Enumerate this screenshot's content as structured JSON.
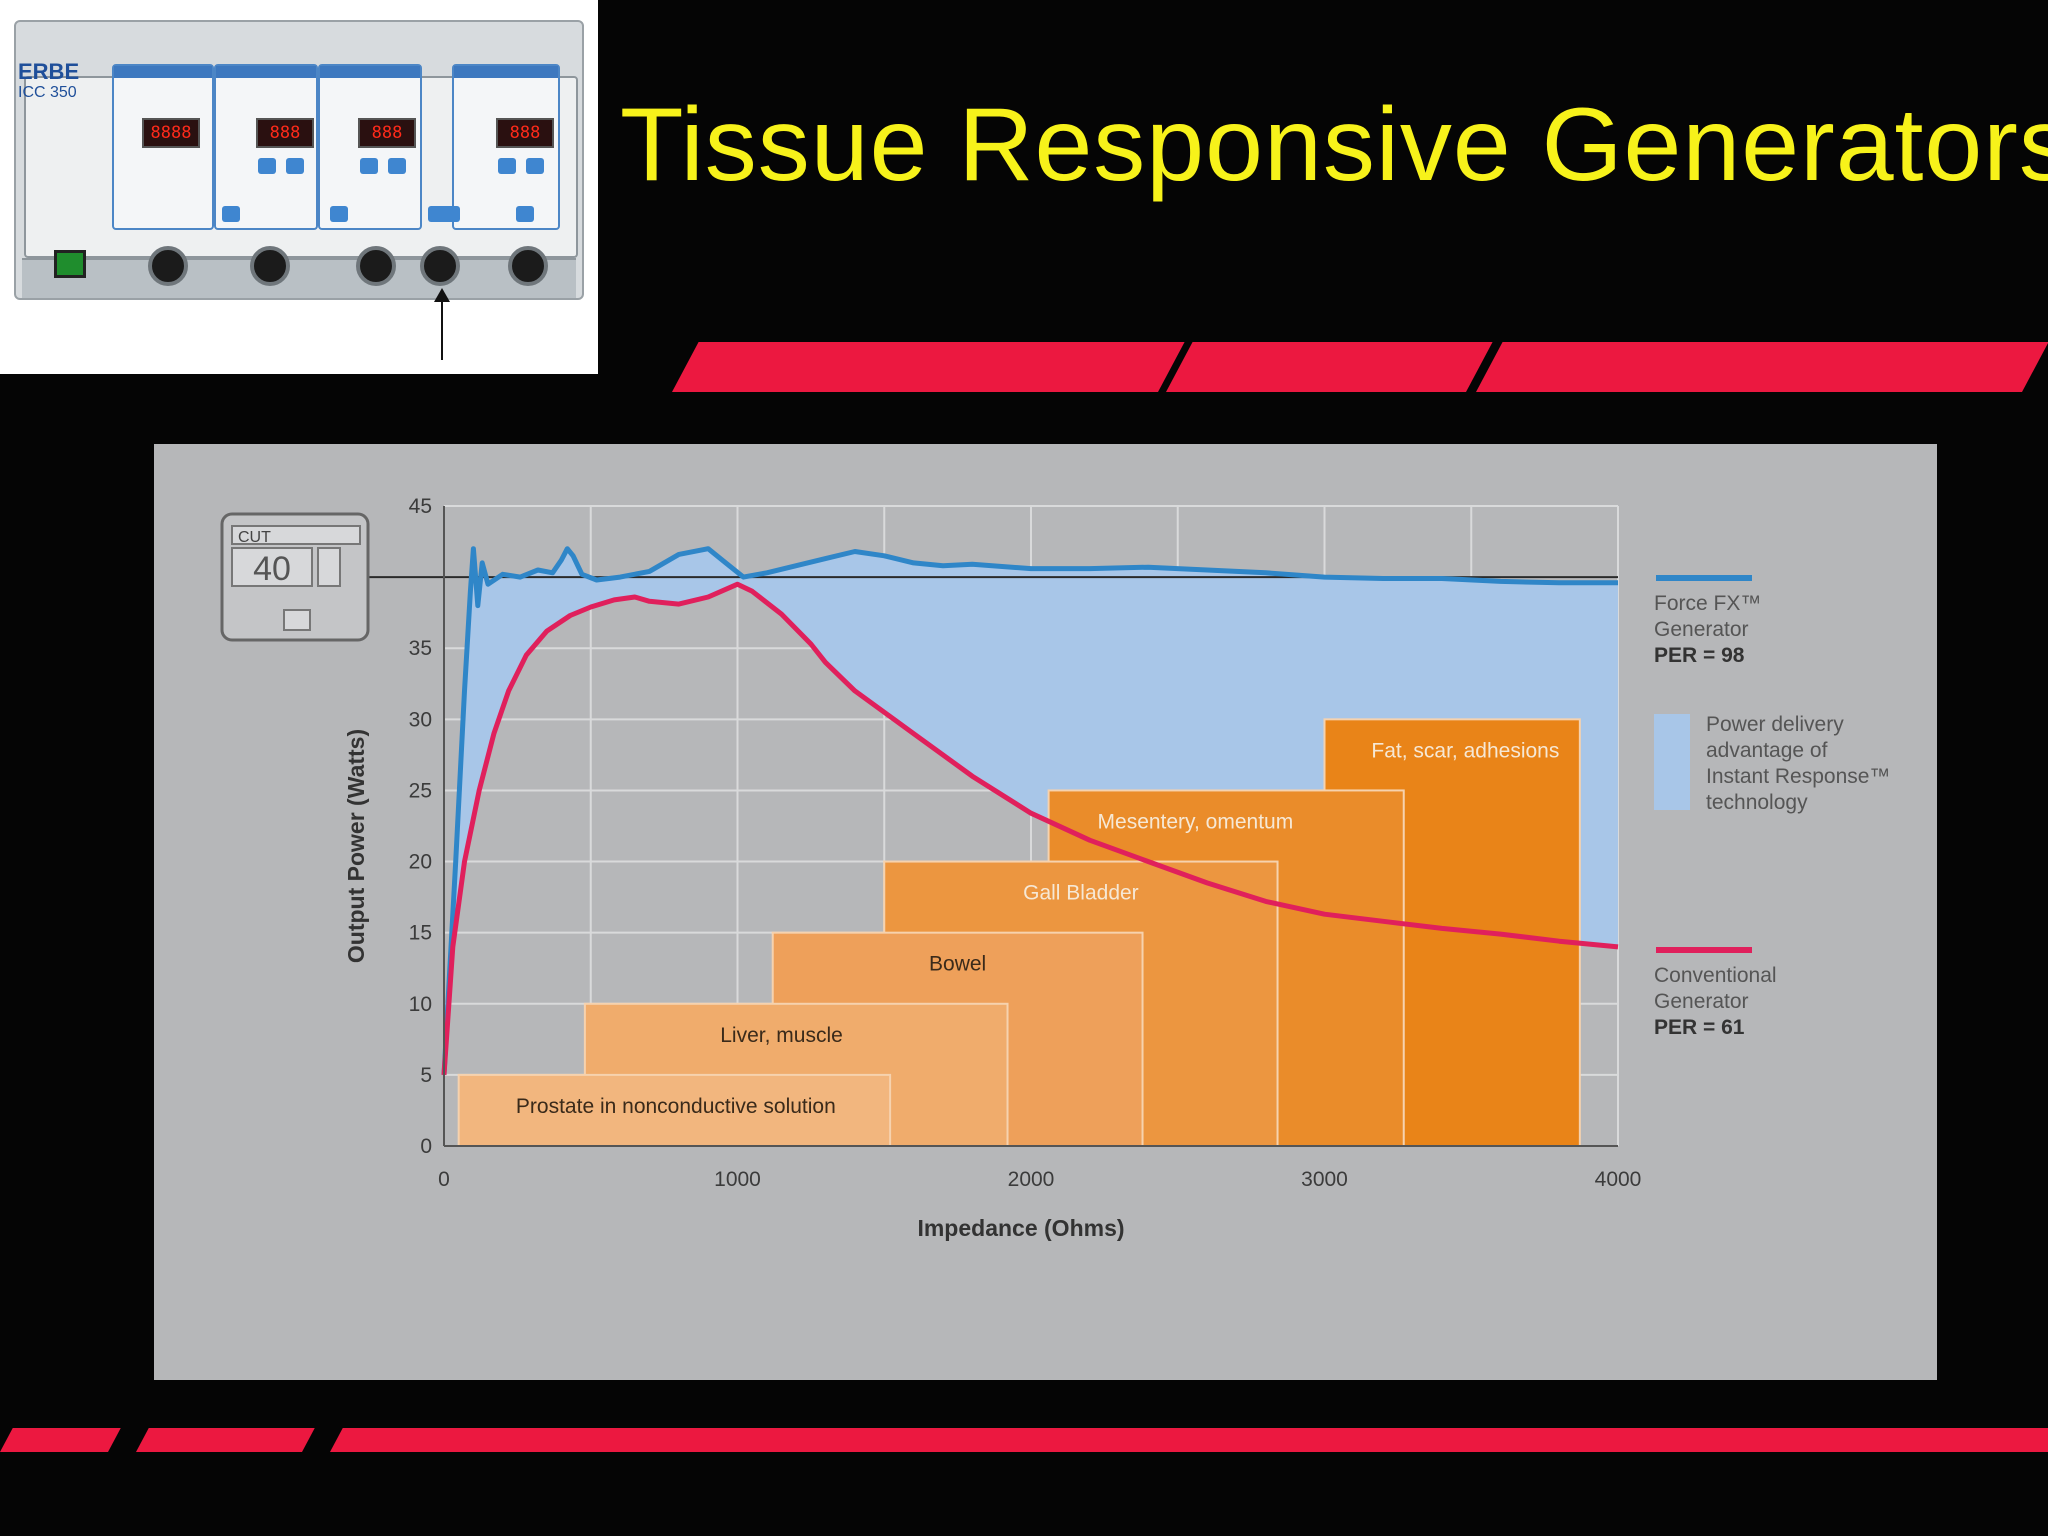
{
  "slide": {
    "title": "Tissue Responsive Generators"
  },
  "device": {
    "brand": "ERBE",
    "model": "ICC 350",
    "displays": [
      "8888",
      "888",
      "888",
      "888"
    ]
  },
  "chart_data": {
    "type": "line",
    "xlabel": "Impedance (Ohms)",
    "ylabel": "Output Power (Watts)",
    "xlim": [
      0,
      4000
    ],
    "ylim": [
      0,
      45
    ],
    "xticks": [
      0,
      1000,
      2000,
      3000,
      4000
    ],
    "yticks": [
      0,
      5,
      10,
      15,
      20,
      25,
      30,
      35,
      45
    ],
    "grid": true,
    "setpoint": 40,
    "series": [
      {
        "key": "force_fx",
        "name_lines": [
          "Force FX™",
          "Generator"
        ],
        "per_label": "PER = 98",
        "color": "#2f86c8",
        "points": [
          [
            0,
            5
          ],
          [
            40,
            20
          ],
          [
            70,
            32
          ],
          [
            90,
            39
          ],
          [
            100,
            42
          ],
          [
            115,
            38
          ],
          [
            130,
            41
          ],
          [
            150,
            39.5
          ],
          [
            200,
            40.2
          ],
          [
            260,
            40
          ],
          [
            320,
            40.5
          ],
          [
            370,
            40.3
          ],
          [
            400,
            41.2
          ],
          [
            420,
            42
          ],
          [
            440,
            41.5
          ],
          [
            470,
            40.2
          ],
          [
            520,
            39.8
          ],
          [
            600,
            40
          ],
          [
            700,
            40.4
          ],
          [
            800,
            41.6
          ],
          [
            900,
            42
          ],
          [
            960,
            41
          ],
          [
            1020,
            40
          ],
          [
            1100,
            40.3
          ],
          [
            1200,
            40.8
          ],
          [
            1300,
            41.3
          ],
          [
            1400,
            41.8
          ],
          [
            1500,
            41.5
          ],
          [
            1600,
            41
          ],
          [
            1700,
            40.8
          ],
          [
            1800,
            40.9
          ],
          [
            2000,
            40.6
          ],
          [
            2200,
            40.6
          ],
          [
            2400,
            40.7
          ],
          [
            2600,
            40.5
          ],
          [
            2800,
            40.3
          ],
          [
            3000,
            40
          ],
          [
            3200,
            39.9
          ],
          [
            3400,
            39.9
          ],
          [
            3600,
            39.7
          ],
          [
            3800,
            39.6
          ],
          [
            4000,
            39.6
          ]
        ]
      },
      {
        "key": "conventional",
        "name_lines": [
          "Conventional",
          "Generator"
        ],
        "per_label": "PER = 61",
        "color": "#e0205c",
        "points": [
          [
            0,
            5
          ],
          [
            30,
            14
          ],
          [
            70,
            20
          ],
          [
            120,
            25
          ],
          [
            170,
            29
          ],
          [
            220,
            32
          ],
          [
            280,
            34.5
          ],
          [
            350,
            36.2
          ],
          [
            430,
            37.3
          ],
          [
            500,
            37.9
          ],
          [
            580,
            38.4
          ],
          [
            650,
            38.6
          ],
          [
            700,
            38.3
          ],
          [
            800,
            38.1
          ],
          [
            900,
            38.6
          ],
          [
            1000,
            39.5
          ],
          [
            1050,
            39
          ],
          [
            1150,
            37.4
          ],
          [
            1250,
            35.3
          ],
          [
            1300,
            34
          ],
          [
            1400,
            32
          ],
          [
            1600,
            29
          ],
          [
            1800,
            26
          ],
          [
            2000,
            23.4
          ],
          [
            2200,
            21.5
          ],
          [
            2400,
            20
          ],
          [
            2600,
            18.5
          ],
          [
            2800,
            17.2
          ],
          [
            3000,
            16.3
          ],
          [
            3200,
            15.8
          ],
          [
            3400,
            15.3
          ],
          [
            3600,
            14.9
          ],
          [
            3800,
            14.4
          ],
          [
            4000,
            14
          ]
        ]
      }
    ],
    "advantage_label_lines": [
      "Power delivery",
      "advantage of",
      "Instant Response™",
      "technology"
    ],
    "advantage_color": "#a8c6e8",
    "tissue_regions": [
      {
        "label": "Fat, scar, adhesions",
        "x0": 3000,
        "x1": 3870,
        "top": 30,
        "color": "#e98418",
        "text_color": "#f6e8d5"
      },
      {
        "label": "Mesentery, omentum",
        "x0": 2060,
        "x1": 3270,
        "top": 25,
        "color": "#ea8c2a",
        "text_color": "#f6e8d5"
      },
      {
        "label": "Gall Bladder",
        "x0": 1500,
        "x1": 2840,
        "top": 20,
        "color": "#ec9640",
        "text_color": "#f6e8d5"
      },
      {
        "label": "Bowel",
        "x0": 1120,
        "x1": 2380,
        "top": 15,
        "color": "#eea05a",
        "text_color": "#3a2a1a"
      },
      {
        "label": "Liver, muscle",
        "x0": 480,
        "x1": 1920,
        "top": 10,
        "color": "#f0ac6c",
        "text_color": "#3a2a1a"
      },
      {
        "label": "Prostate in nonconductive solution",
        "x0": 50,
        "x1": 1520,
        "top": 5,
        "color": "#f2b67e",
        "text_color": "#3a2a1a"
      }
    ],
    "inset": {
      "label": "CUT",
      "value": "40"
    }
  }
}
